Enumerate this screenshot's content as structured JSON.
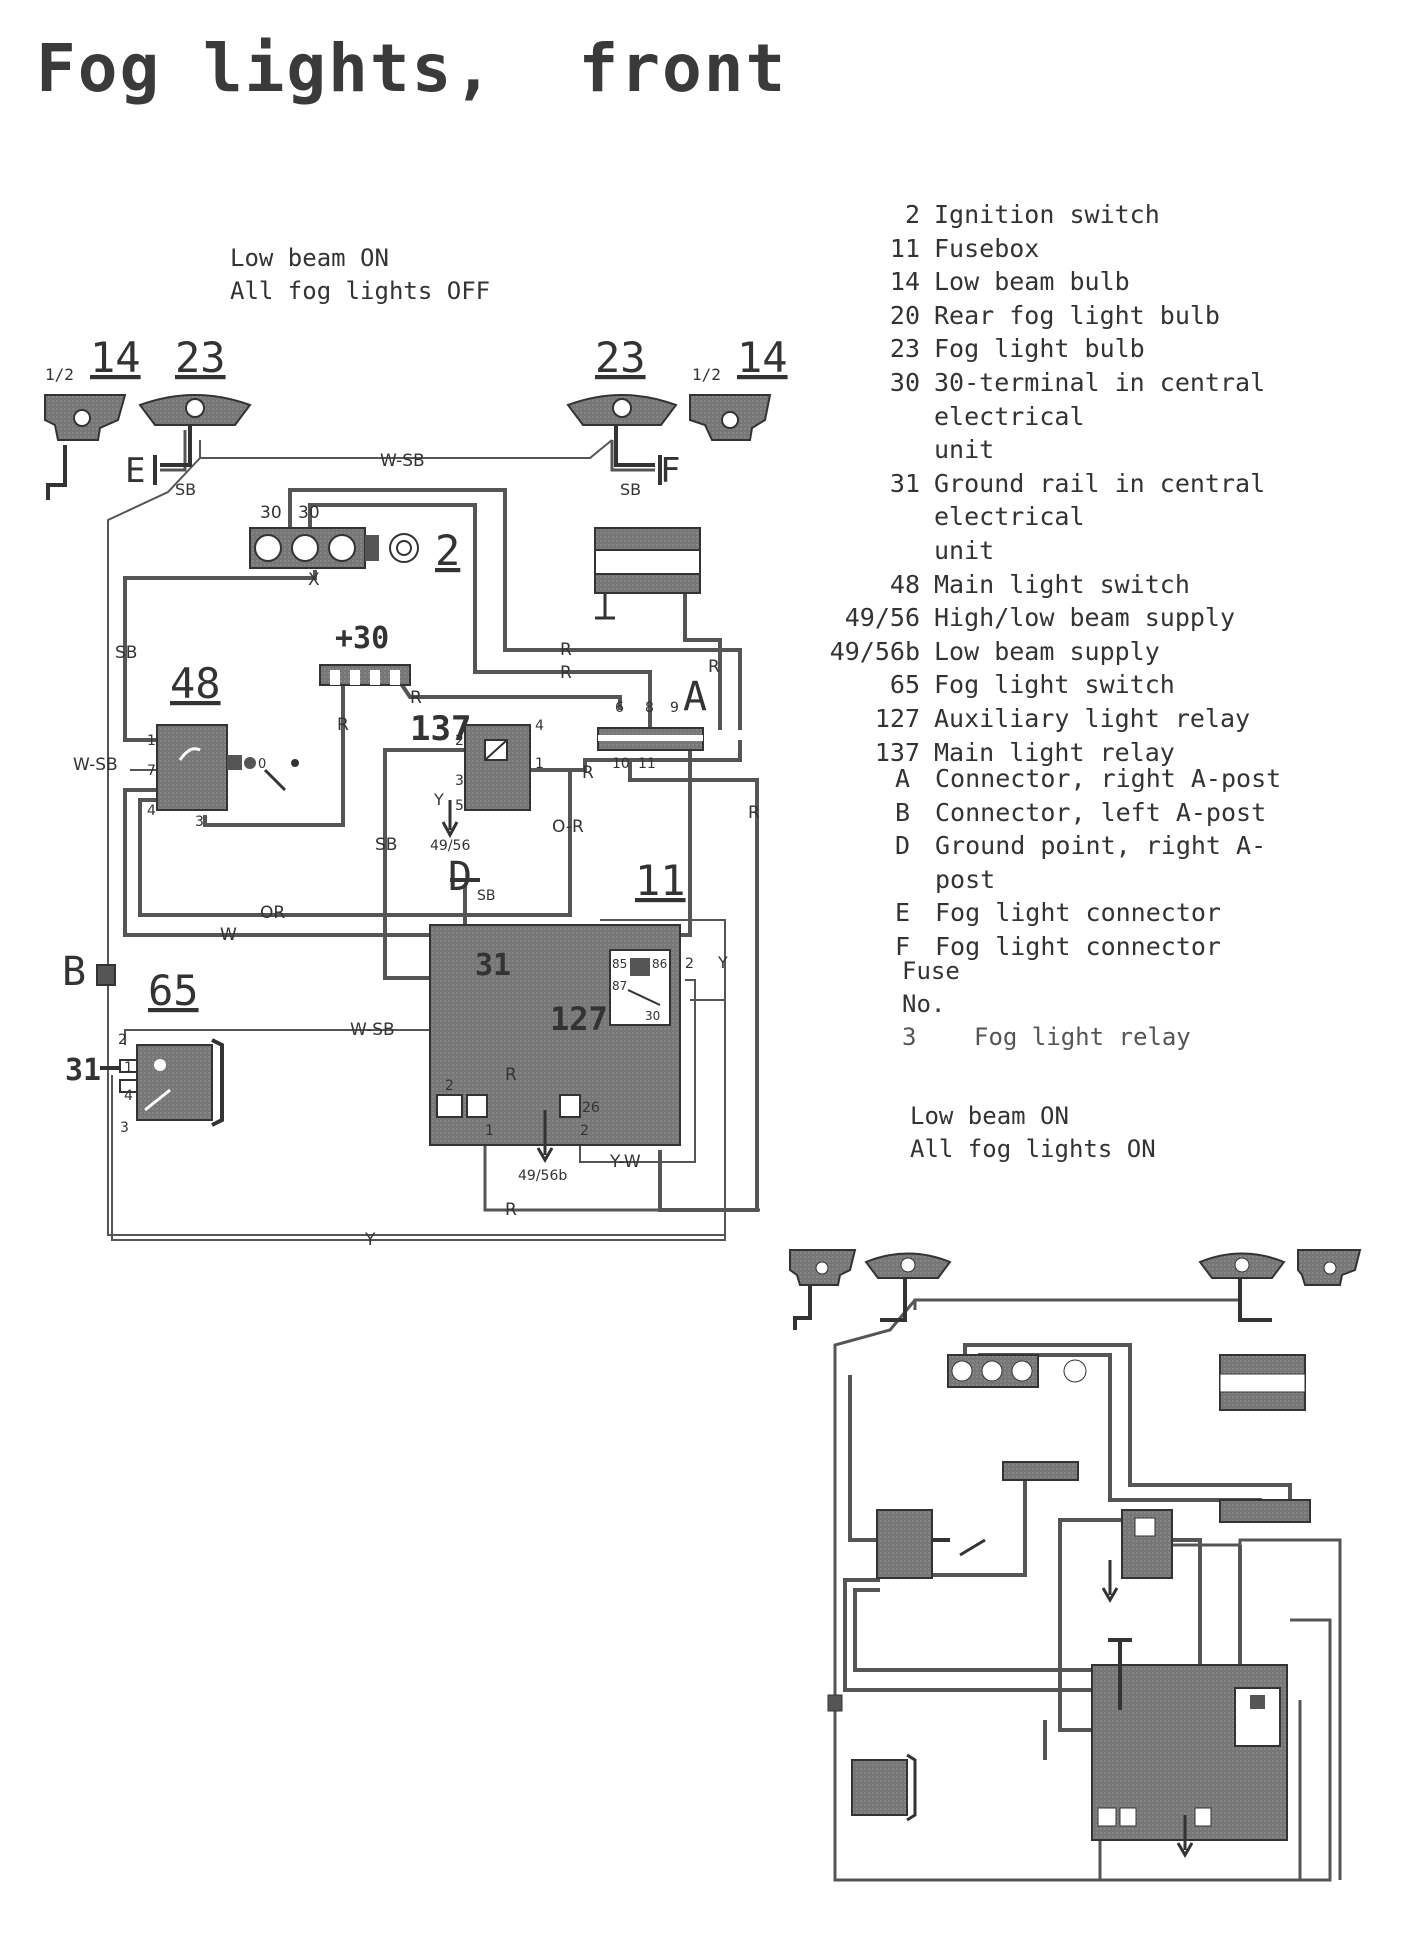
{
  "title": "Fog lights,  front",
  "condition_top": {
    "line1": "Low beam ON",
    "line2": "All fog lights OFF"
  },
  "condition_bottom": {
    "line1": "Low beam ON",
    "line2": "All fog lights ON"
  },
  "legend": [
    {
      "num": "2",
      "text": "Ignition switch"
    },
    {
      "num": "11",
      "text": "Fusebox"
    },
    {
      "num": "14",
      "text": "Low beam bulb"
    },
    {
      "num": "20",
      "text": "Rear fog light bulb"
    },
    {
      "num": "23",
      "text": "Fog light bulb"
    },
    {
      "num": "30",
      "text": "30-terminal in central electrical"
    },
    {
      "num": "",
      "text": "unit"
    },
    {
      "num": "31",
      "text": "Ground rail in central electrical"
    },
    {
      "num": "",
      "text": "unit"
    },
    {
      "num": "48",
      "text": "Main light switch"
    },
    {
      "num": "49/56",
      "text": "High/low beam supply"
    },
    {
      "num": "49/56b",
      "text": "Low beam supply"
    },
    {
      "num": "65",
      "text": "Fog light switch"
    },
    {
      "num": "127",
      "text": "Auxiliary light relay"
    },
    {
      "num": "137",
      "text": "Main light relay"
    }
  ],
  "letters": [
    {
      "num": "A",
      "text": "Connector, right A-post"
    },
    {
      "num": "B",
      "text": "Connector, left A-post"
    },
    {
      "num": "D",
      "text": "Ground point, right A-post"
    },
    {
      "num": "E",
      "text": "Fog light connector"
    },
    {
      "num": "F",
      "text": "Fog light connector"
    }
  ],
  "fuse": {
    "head1": "Fuse",
    "head2": "No.",
    "num": "3",
    "text": "Fog light relay"
  },
  "diagram": {
    "comp_14_left": "14",
    "comp_23_left": "23",
    "comp_23_right": "23",
    "comp_14_right": "14",
    "half_left": "1/2",
    "half_right": "1/2",
    "comp_2": "2",
    "comp_48": "48",
    "comp_plus30": "+30",
    "comp_137": "137",
    "comp_11": "11",
    "comp_65": "65",
    "comp_31": "31",
    "comp_127": "127",
    "comp_A": "A",
    "comp_B": "B",
    "comp_D": "D",
    "comp_E": "E",
    "comp_F": "F",
    "wire_wsb": "W-SB",
    "wire_sb": "SB",
    "wire_r": "R",
    "wire_or": "OR",
    "wire_w": "W",
    "wire_y": "Y",
    "wire_ow": "O-R",
    "wire_yw": "Y-W",
    "wire_dsb": "SB",
    "term_30a": "30",
    "term_30b": "30",
    "term_x": "X",
    "feed_4956": "49/56",
    "feed_4956b": "49/56b",
    "pin_1": "1",
    "pin_2": "2",
    "pin_3": "3",
    "pin_4": "4",
    "pin_5": "5",
    "pin_6": "6",
    "pin_7": "7",
    "pin_8": "8",
    "pin_9": "9",
    "pin_10": "10",
    "pin_11": "11",
    "pin_85": "85",
    "pin_86": "86",
    "pin_87": "87",
    "pin_30r": "30",
    "pin_26": "26",
    "pin_0": "0"
  }
}
